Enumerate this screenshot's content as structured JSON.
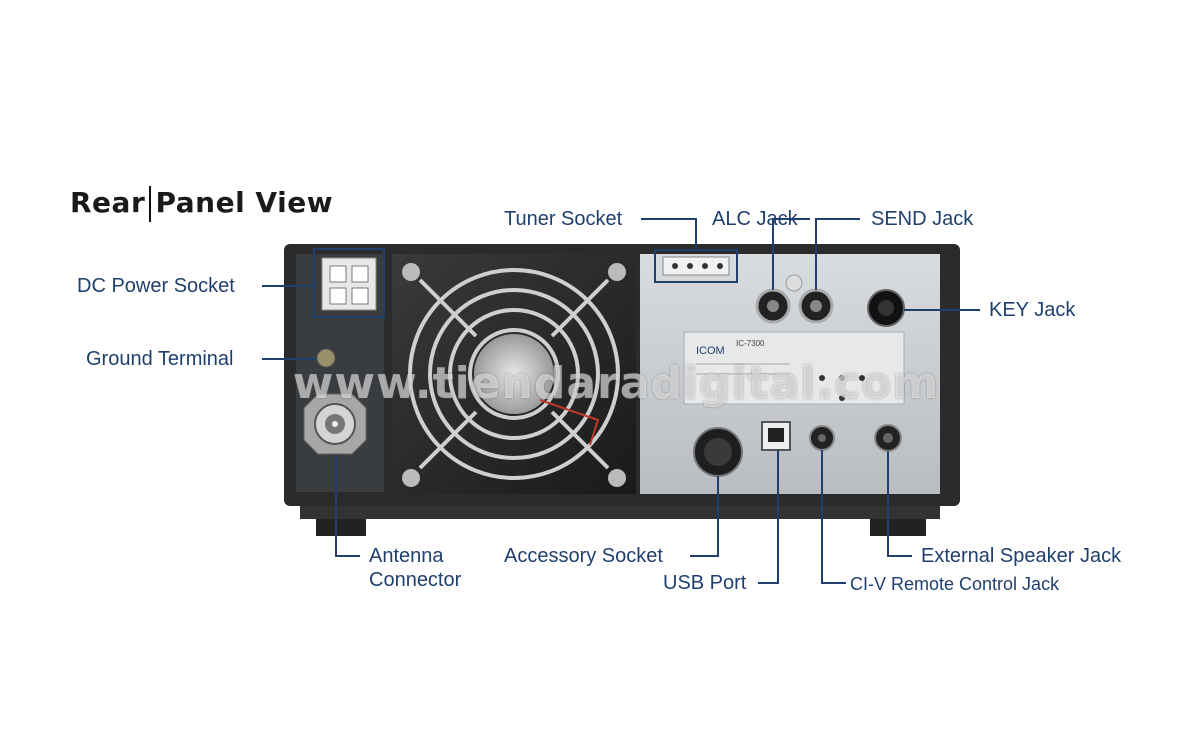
{
  "title": "Rear Panel View",
  "watermark": "www.tiendaradigital.com",
  "panel": {
    "brand": "ICOM",
    "model": "IC-7300"
  },
  "callouts": {
    "dc_power": "DC Power Socket",
    "ground": "Ground Terminal",
    "antenna_line1": "Antenna",
    "antenna_line2": "Connector",
    "tuner": "Tuner Socket",
    "alc": "ALC Jack",
    "send": "SEND Jack",
    "key": "KEY Jack",
    "accessory": "Accessory Socket",
    "usb": "USB Port",
    "civ": "CI-V Remote Control Jack",
    "ext_speaker": "External Speaker Jack"
  },
  "colors": {
    "callout_text": "#1f3f6e",
    "leader_line": "#1f3f6e",
    "chassis_dark": "#2b2b2b",
    "panel_gray": "#c8ccd0"
  }
}
